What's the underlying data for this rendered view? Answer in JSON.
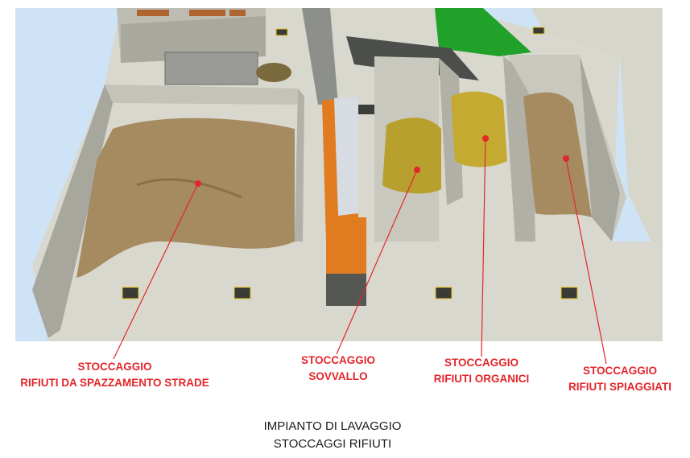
{
  "labels": {
    "strade": {
      "line1": "STOCCAGGIO",
      "line2": "RIFIUTI DA SPAZZAMENTO STRADE"
    },
    "sovvallo": {
      "line1": "STOCCAGGIO",
      "line2": "SOVVALLO"
    },
    "organici": {
      "line1": "STOCCAGGIO",
      "line2": "RIFIUTI ORGANICI"
    },
    "spiaggiati": {
      "line1": "STOCCAGGIO",
      "line2": "RIFIUTI SPIAGGIATI"
    }
  },
  "caption": {
    "line1": "IMPIANTO DI LAVAGGIO",
    "line2": "STOCCAGGI RIFIUTI"
  },
  "colors": {
    "label": "#e3262b",
    "marker": "#e3262b",
    "sky": "#cfe3f7",
    "floor": "#d7d6cb",
    "wall": "#b9b8ae",
    "sand": "#a68a60",
    "organic": "#b8a02e",
    "conveyor": "#e07b1f",
    "green_heap": "#1fa12a"
  }
}
